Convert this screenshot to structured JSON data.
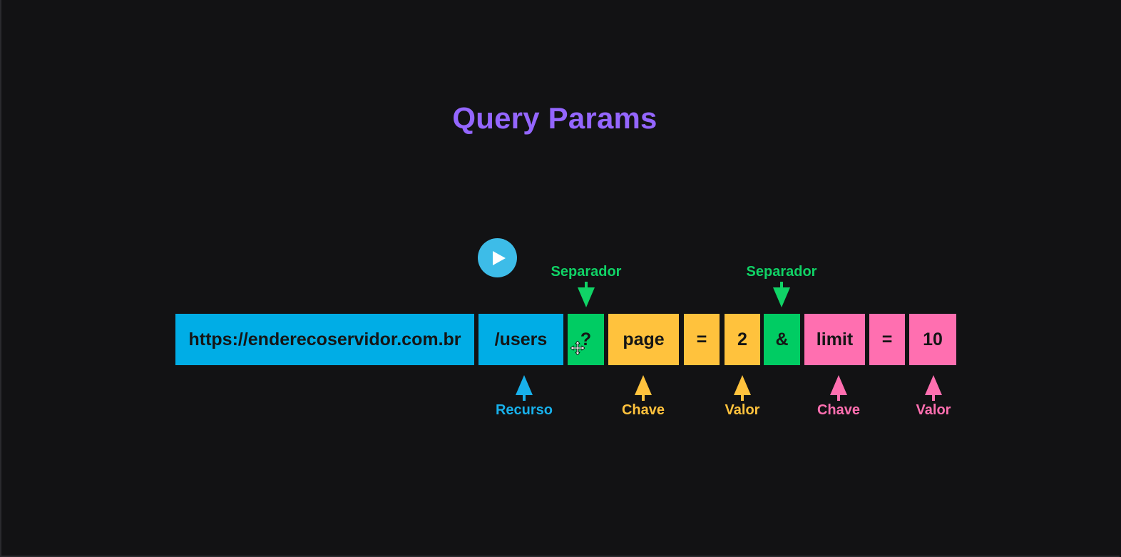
{
  "title": "Query Params",
  "url_parts": {
    "base": "https://enderecoservidor.com.br",
    "resource": "/users",
    "question": "?",
    "key1": "page",
    "equals1": "=",
    "value1": "2",
    "ampersand": "&",
    "key2": "limit",
    "equals2": "=",
    "value2": "10"
  },
  "labels": {
    "separador1": "Separador",
    "separador2": "Separador",
    "recurso": "Recurso",
    "chave1": "Chave",
    "valor1": "Valor",
    "chave2": "Chave",
    "valor2": "Valor"
  },
  "colors": {
    "title": "#9466ff",
    "blue": "#00ade6",
    "green": "#00cc63",
    "yellow": "#ffc23d",
    "pink": "#ff6fb0",
    "background": "#121214"
  },
  "icons": {
    "play": "play-icon",
    "cursor": "move-cursor-icon"
  }
}
